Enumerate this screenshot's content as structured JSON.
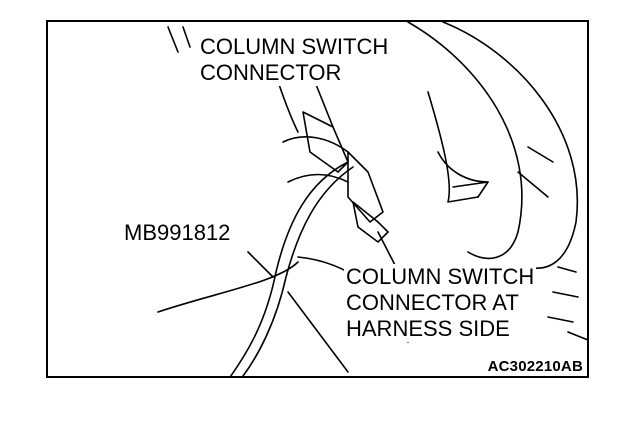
{
  "labels": {
    "column_switch_connector": [
      "COLUMN SWITCH",
      "CONNECTOR"
    ],
    "tool": "MB991812",
    "harness_side_connector": [
      "COLUMN SWITCH",
      "CONNECTOR AT",
      "HARNESS SIDE"
    ]
  },
  "figure_code": "AC302210AB",
  "colors": {
    "line": "#000000",
    "background": "#ffffff"
  }
}
